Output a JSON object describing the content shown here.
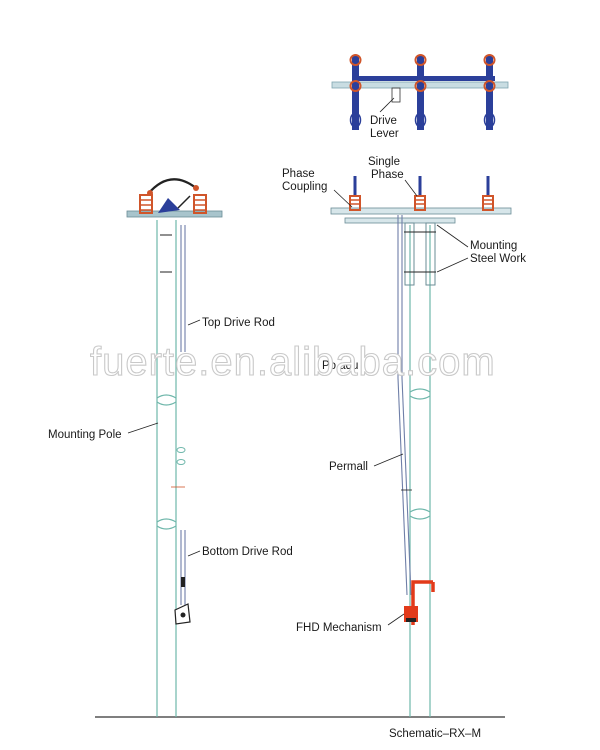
{
  "labels": {
    "drive_lever": [
      "Drive",
      "Lever"
    ],
    "phase_coupling": [
      "Phase",
      "Coupling"
    ],
    "single_phase": [
      "Single",
      "Phase"
    ],
    "mounting_steel_work": [
      "Mounting",
      "Steel Work"
    ],
    "top_drive_rod": "Top Drive Rod",
    "mounting_pole": "Mounting Pole",
    "bottom_drive_rod": "Bottom Drive Rod",
    "permall": "Permall",
    "fhd_mechanism": "FHD Mechanism",
    "schematic": "Schematic–RX–M",
    "obscured": "Po adu"
  },
  "watermark": "fuerte.en.alibaba.com",
  "colors": {
    "pole": "#6fb7ab",
    "rod": "#6f7fa8",
    "insulator_blue": "#2b3f9a",
    "coil_orange": "#d0552a",
    "mechanism_red": "#e23a1a",
    "crossarm": "#a8c4cc"
  }
}
